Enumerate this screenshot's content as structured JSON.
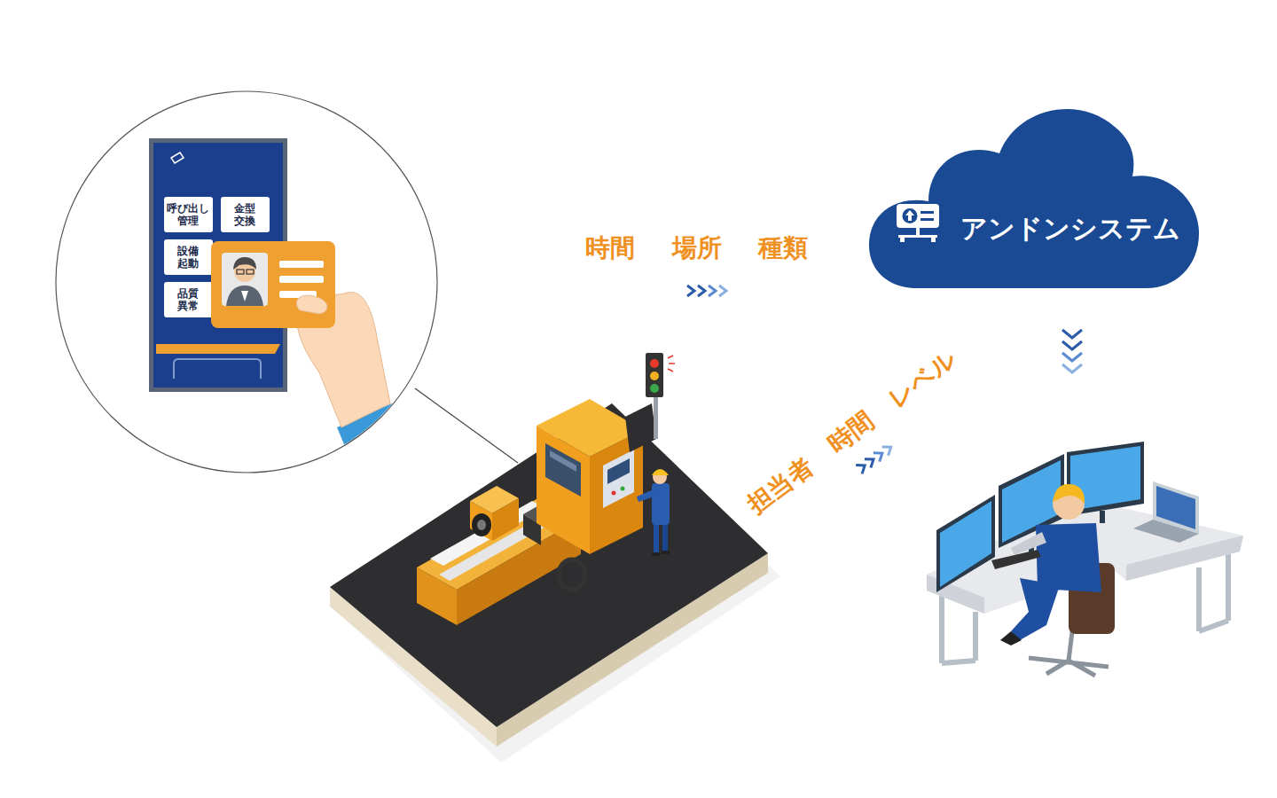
{
  "diagram": {
    "nodes": [
      {
        "text": [
          "呼び出し 管理"
        ]
      },
      {
        "text": [
          "金型 交換"
        ]
      },
      {
        "text": [
          "設備 起動"
        ]
      },
      {
        "text": [
          "品質 異常"
        ]
      },
      {
        "text": [
          "アンドンシステム"
        ]
      }
    ],
    "labels": [
      "時間",
      "場所",
      "種類",
      "担当者",
      "時間",
      "レベル"
    ]
  }
}
